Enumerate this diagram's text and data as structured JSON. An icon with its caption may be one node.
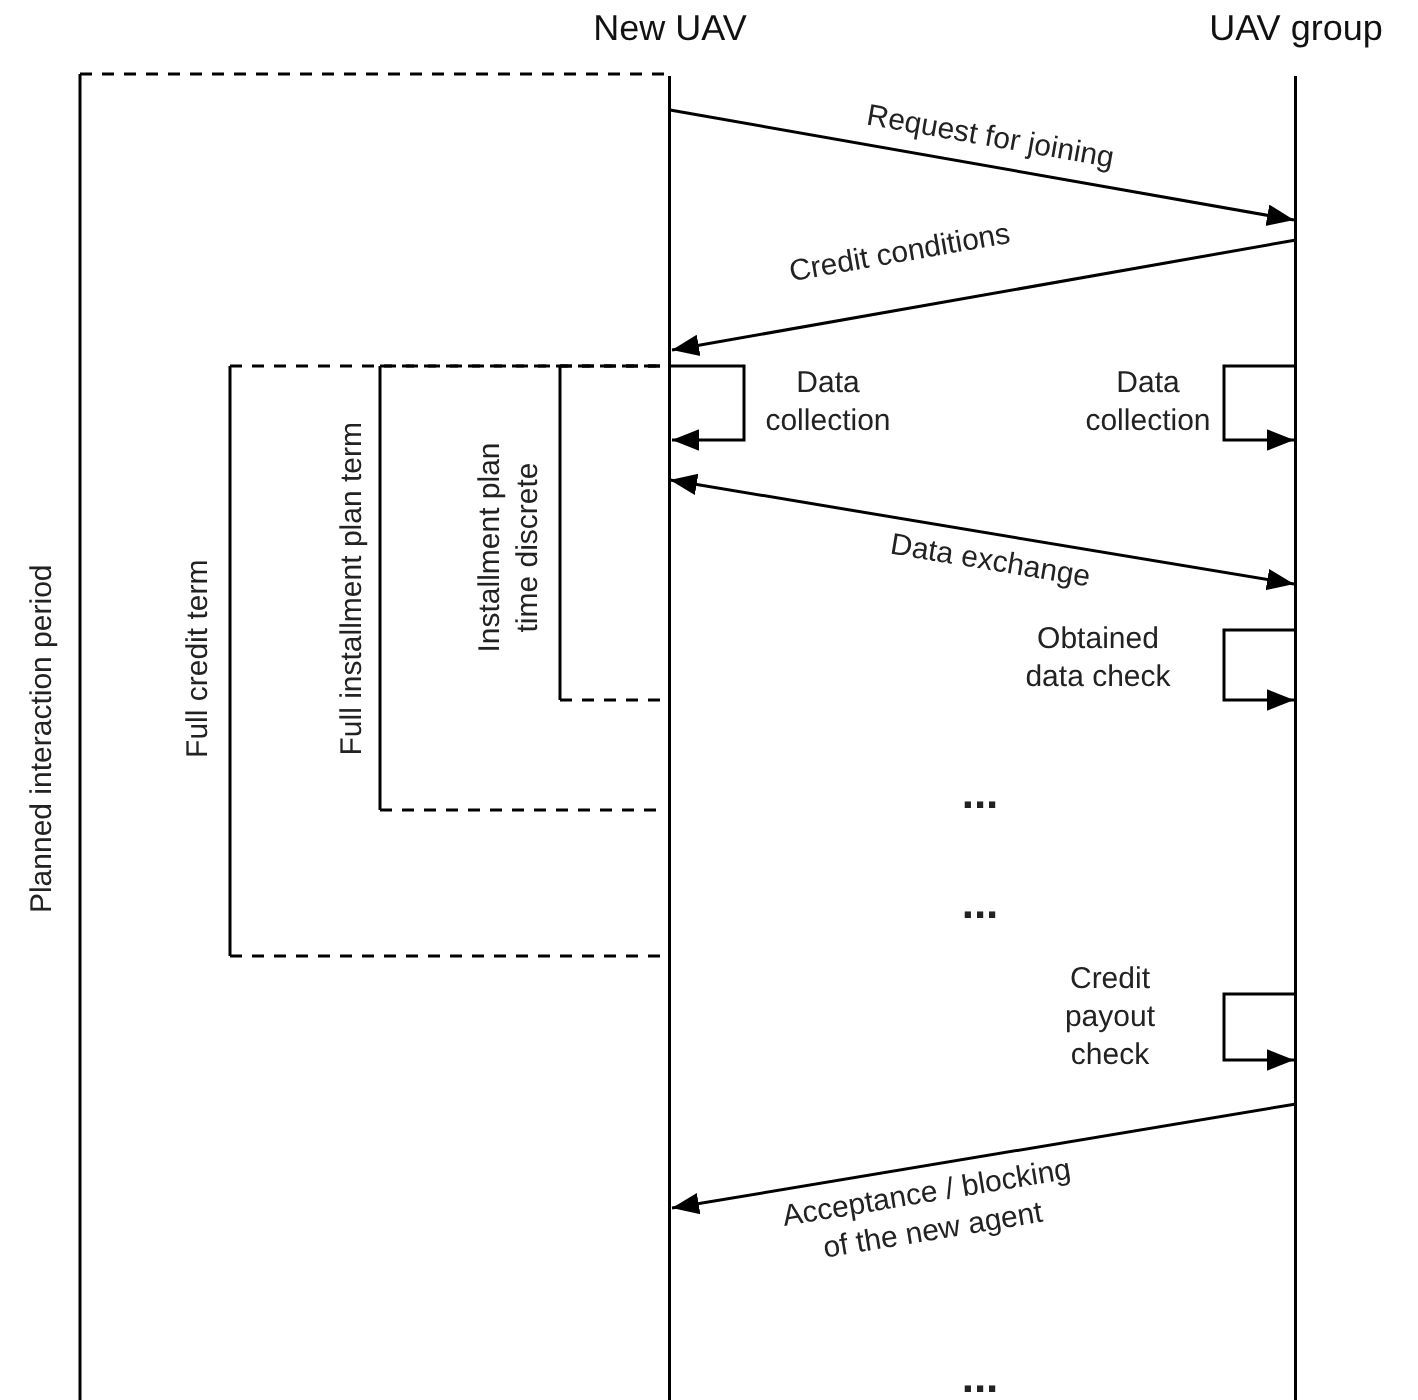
{
  "diagram": {
    "nodes": [
      {
        "text": [
          "New UAV"
        ]
      },
      {
        "text": [
          "UAV group"
        ]
      }
    ],
    "edges": [
      {
        "from": 0,
        "to": 1,
        "arrow": "to",
        "label": "Request for joining"
      },
      {
        "from": 1,
        "to": 0,
        "arrow": "to",
        "label": "Credit conditions"
      },
      {
        "from": 0,
        "to": 0,
        "arrow": "to",
        "label": "Data collection"
      },
      {
        "from": 1,
        "to": 1,
        "arrow": "to",
        "label": "Data collection"
      },
      {
        "from": 0,
        "to": 1,
        "arrow": "both",
        "label": "Data exchange"
      },
      {
        "from": 1,
        "to": 1,
        "arrow": "to",
        "label": "Obtained data check"
      },
      {
        "from": 1,
        "to": 1,
        "arrow": "to",
        "label": "Credit payout check"
      },
      {
        "from": 1,
        "to": 0,
        "arrow": "to",
        "label": "Acceptance / blocking of the new agent"
      }
    ],
    "labels": [
      "Planned interaction period",
      "Full credit term",
      "Full installment plan term",
      "Installment plan time discrete",
      "...",
      "...",
      "..."
    ]
  }
}
